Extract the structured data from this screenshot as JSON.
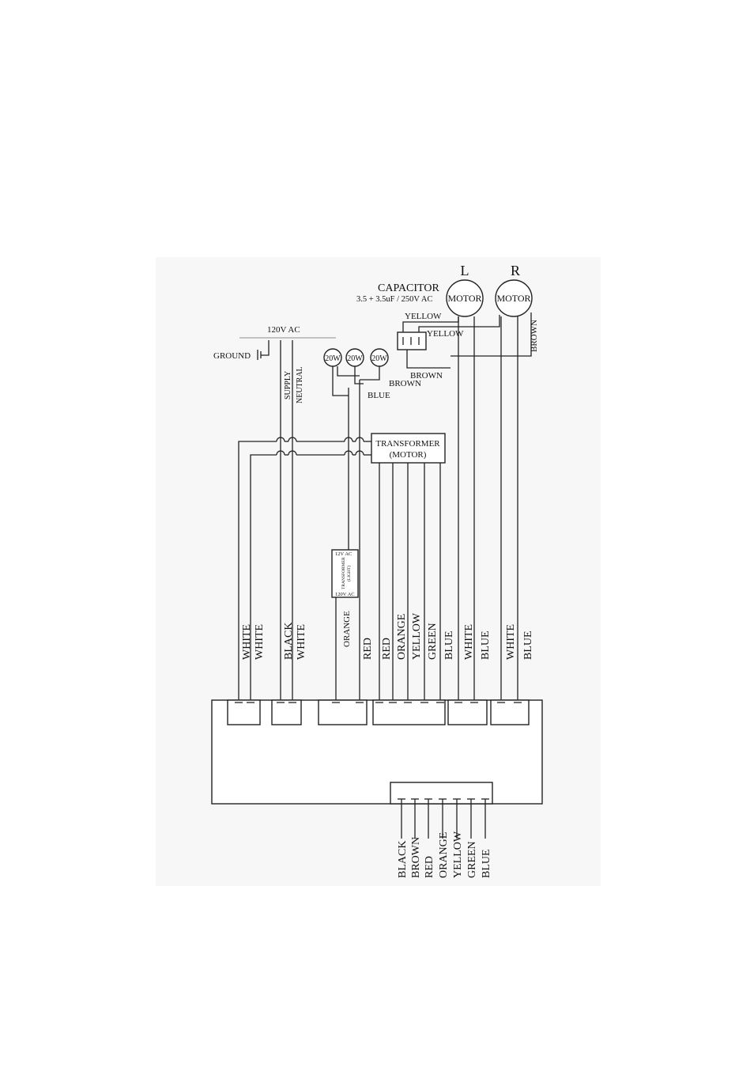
{
  "motors": {
    "left_label": "L",
    "right_label": "R",
    "left_text": "MOTOR",
    "right_text": "MOTOR"
  },
  "capacitor": {
    "title": "CAPACITOR",
    "rating": "3.5 + 3.5uF / 250V AC"
  },
  "motor_wires": {
    "yellow_1": "YELLOW",
    "yellow_2": "YELLOW",
    "brown_1": "BROWN",
    "brown_2": "BROWN",
    "brown_3": "BROWN"
  },
  "supply": {
    "voltage": "120V AC",
    "ground": "GROUND",
    "supply_label": "SUPPLY",
    "neutral_label": "NEUTRAL"
  },
  "lamps": {
    "lamp_1": "20W",
    "lamp_2": "20W",
    "lamp_3": "20W",
    "blue_wire": "BLUE"
  },
  "transformer_motor": {
    "line1": "TRANSFORMER",
    "line2": "(MOTOR)"
  },
  "transformer_light": {
    "top": "12V AC",
    "name1": "TRANSFORMER",
    "name2": "(LIGHT)",
    "bottom": "120V AC"
  },
  "wire_labels": {
    "w1": "WHITE",
    "w2": "WHITE",
    "w3": "BLACK",
    "w4": "WHITE",
    "w5": "ORANGE",
    "w6": "RED",
    "w7": "RED",
    "w8": "ORANGE",
    "w9": "YELLOW",
    "w10": "GREEN",
    "w11": "BLUE",
    "w12": "WHITE",
    "w13": "BLUE",
    "w14": "WHITE",
    "w15": "BLUE"
  },
  "bottom_labels": {
    "b1": "BLACK",
    "b2": "BROWN",
    "b3": "RED",
    "b4": "ORANGE",
    "b5": "YELLOW",
    "b6": "GREEN",
    "b7": "BLUE"
  }
}
